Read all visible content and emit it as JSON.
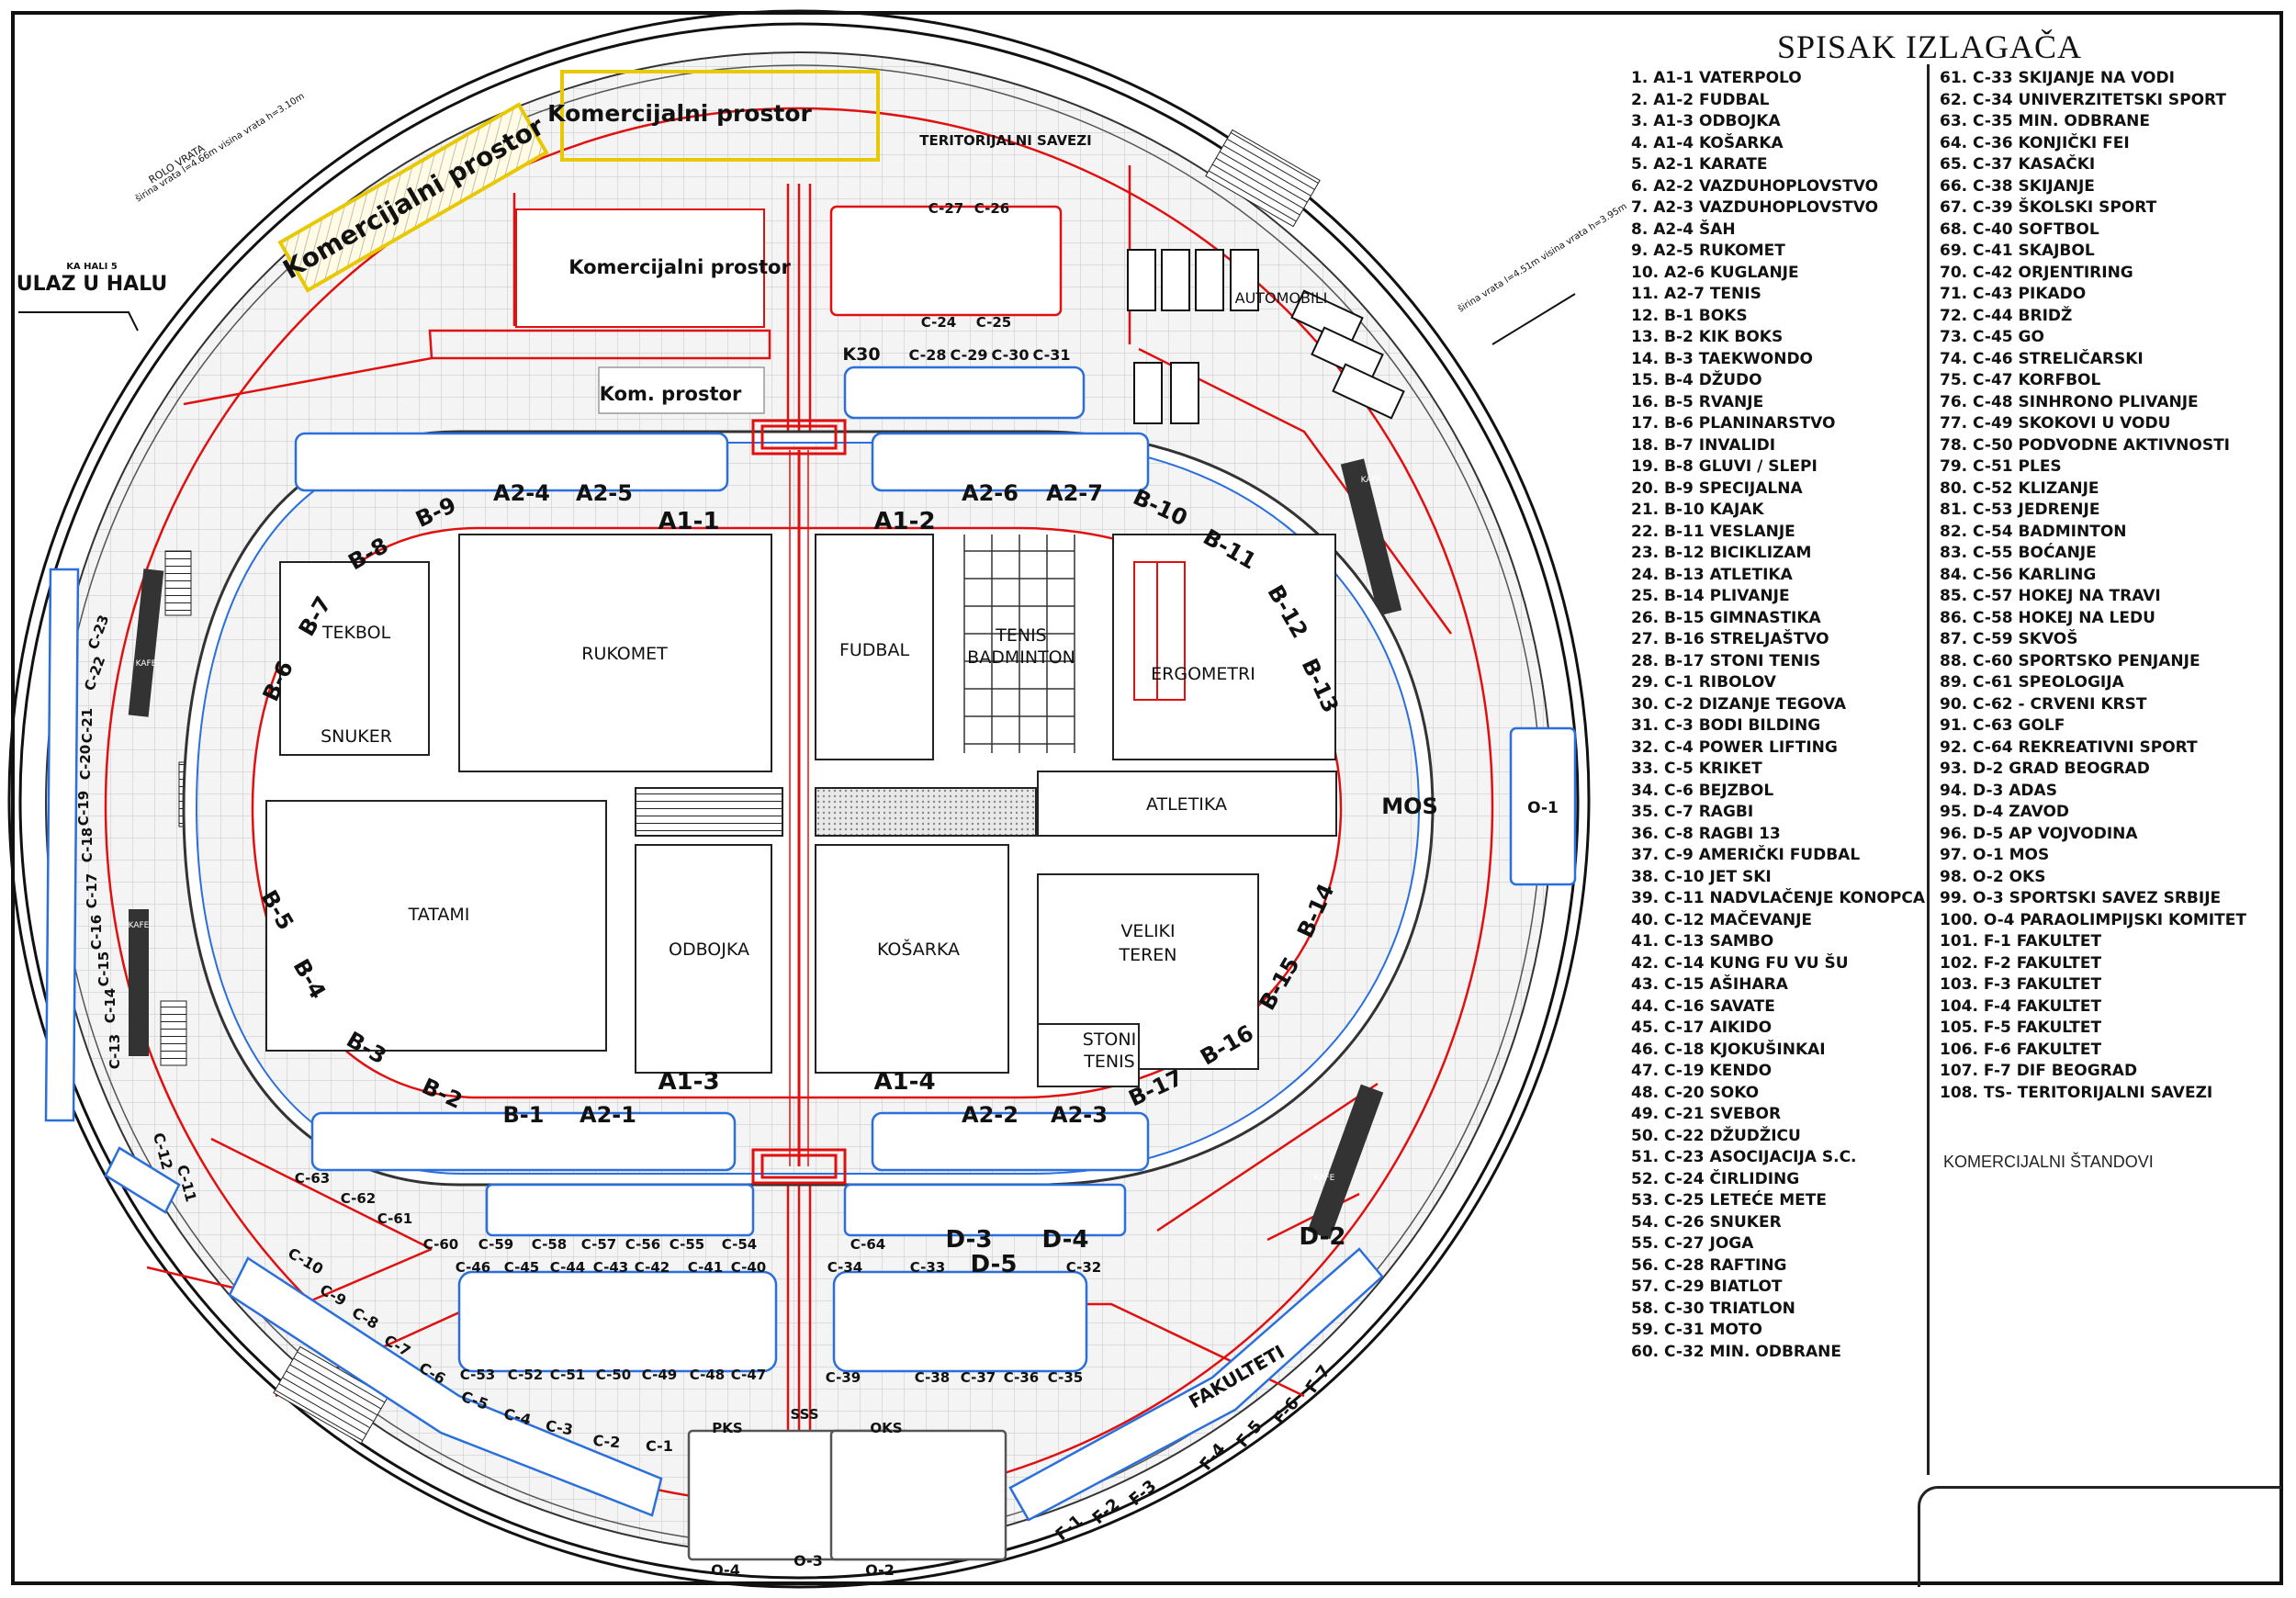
{
  "legend": {
    "title": "SPISAK IZLAGAČA",
    "commercial_note": "KOMERCIJALNI ŠTANDOVI",
    "column1": [
      "1. A1-1 VATERPOLO",
      "2. A1-2 FUDBAL",
      "3. A1-3 ODBOJKA",
      "4. A1-4 KOŠARKA",
      "5. A2-1 KARATE",
      "6. A2-2 VAZDUHOPLOVSTVO",
      "7. A2-3 VAZDUHOPLOVSTVO",
      "8. A2-4 ŠAH",
      "9. A2-5 RUKOMET",
      "10. A2-6 KUGLANJE",
      "11. A2-7 TENIS",
      "12. B-1 BOKS",
      "13. B-2 KIK BOKS",
      "14. B-3 TAEKWONDO",
      "15. B-4 DŽUDO",
      "16. B-5 RVANJE",
      "17. B-6 PLANINARSTVO",
      "18. B-7 INVALIDI",
      "19. B-8 GLUVI / SLEPI",
      "20. B-9 SPECIJALNA",
      "21. B-10 KAJAK",
      "22. B-11 VESLANJE",
      "23. B-12 BICIKLIZAM",
      "24. B-13 ATLETIKA",
      "25. B-14 PLIVANJE",
      "26. B-15 GIMNASTIKA",
      "27. B-16 STRELJAŠTVO",
      "28. B-17 STONI TENIS",
      "29. C-1 RIBOLOV",
      "30. C-2 DIZANJE TEGOVA",
      "31. C-3 BODI BILDING",
      "32. C-4 POWER LIFTING",
      "33. C-5 KRIKET",
      "34. C-6 BEJZBOL",
      "35. C-7 RAGBI",
      "36. C-8 RAGBI 13",
      "37. C-9 AMERIČKI FUDBAL",
      "38. C-10 JET SKI",
      "39. C-11 NADVLAČENJE KONOPCA",
      "40. C-12 MAČEVANJE",
      "41. C-13 SAMBO",
      "42. C-14 KUNG FU VU ŠU",
      "43. C-15 AŠIHARA",
      "44. C-16 SAVATE",
      "45. C-17 AIKIDO",
      "46. C-18 KJOKUŠINKAI",
      "47. C-19 KENDO",
      "48. C-20 SOKO",
      "49. C-21 SVEBOR",
      "50. C-22 DŽUDŽICU",
      "51. C-23 ASOCIJACIJA S.C.",
      "52. C-24 ČIRLIDING",
      "53. C-25 LETEĆE METE",
      "54. C-26 SNUKER",
      "55. C-27 JOGA",
      "56. C-28 RAFTING",
      "57. C-29 BIATLOT",
      "58. C-30 TRIATLON",
      "59. C-31 MOTO",
      "60. C-32 MIN. ODBRANE"
    ],
    "column2": [
      "61. C-33 SKIJANJE NA VODI",
      "62. C-34 UNIVERZITETSKI SPORT",
      "63. C-35 MIN. ODBRANE",
      "64. C-36 KONJIČKI FEI",
      "65. C-37 KASAČKI",
      "66. C-38 SKIJANJE",
      "67. C-39 ŠKOLSKI SPORT",
      "68. C-40 SOFTBOL",
      "69. C-41 SKAJBOL",
      "70. C-42 ORJENTIRING",
      "71. C-43 PIKADO",
      "72. C-44 BRIDŽ",
      "73. C-45 GO",
      "74. C-46 STRELIČARSKI",
      "75. C-47 KORFBOL",
      "76. C-48 SINHRONO PLIVANJE",
      "77. C-49 SKOKOVI U VODU",
      "78. C-50 PODVODNE AKTIVNOSTI",
      "79. C-51 PLES",
      "80. C-52 KLIZANJE",
      "81. C-53 JEDRENJE",
      "82. C-54 BADMINTON",
      "83. C-55 BOĆANJE",
      "84. C-56 KARLING",
      "85. C-57 HOKEJ NA TRAVI",
      "86. C-58 HOKEJ NA LEDU",
      "87. C-59 SKVOŠ",
      "88. C-60 SPORTSKO PENJANJE",
      "89. C-61 SPEOLOGIJA",
      "90. C-62 - CRVENI KRST",
      "91. C-63 GOLF",
      "92. C-64 REKREATIVNI SPORT",
      "93. D-2 GRAD BEOGRAD",
      "94. D-3 ADAS",
      "95. D-4 ZAVOD",
      "96. D-5 AP VOJVODINA",
      "97. O-1 MOS",
      "98. O-2 OKS",
      "99. O-3 SPORTSKI SAVEZ SRBIJE",
      "100. O-4 PARAOLIMPIJSKI KOMITET",
      "101. F-1 FAKULTET",
      "102. F-2 FAKULTET",
      "103. F-3 FAKULTET",
      "104. F-4 FAKULTET",
      "105. F-5 FAKULTET",
      "106. F-6 FAKULTET",
      "107. F-7 DIF BEOGRAD",
      "108. TS- TERITORIJALNI SAVEZI"
    ]
  },
  "hall": {
    "entrance": "ULAZ U HALU",
    "entrance_small": "KA HALI 5",
    "rolo_door": "ROLO VRATA",
    "door_left": "širina vrata l=4.66m visina vrata h=3.10m",
    "door_right": "širina vrata l=4.51m visina vrata h=3.95m",
    "commercial": "Komercijalni prostor",
    "kom": "Kom.",
    "kom_prostor": "Kom. prostor",
    "territorial": "TERITORIJALNI SAVEZI",
    "territorial_short": "TERITORIJALNI SAVEZI",
    "cars": "AUTOMOBILI",
    "cafe": "KAFE",
    "faculties": "FAKULTETI",
    "mos": "MOS"
  },
  "courts": {
    "tekbol": "TEKBOL",
    "snuker": "SNUKER",
    "rukomet": "RUKOMET",
    "fudbal": "FUDBAL",
    "tenis": "TENIS",
    "badminton": "BADMINTON",
    "ergometri": "ERGOMETRI",
    "atletika": "ATLETIKA",
    "tatami": "TATAMI",
    "odbojka": "ODBOJKA",
    "kosarka": "KOŠARKA",
    "veliki": "VELIKI",
    "teren": "TEREN",
    "stoni": "STONI",
    "tenis2": "TENIS"
  },
  "zones": {
    "a11": "A1-1",
    "a12": "A1-2",
    "a13": "A1-3",
    "a14": "A1-4",
    "a21": "A2-1",
    "a22": "A2-2",
    "a23": "A2-3",
    "a24": "A2-4",
    "a25": "A2-5",
    "a26": "A2-6",
    "a27": "A2-7",
    "b1": "B-1",
    "b2": "B-2",
    "b3": "B-3",
    "b4": "B-4",
    "b5": "B-5",
    "b6": "B-6",
    "b7": "B-7",
    "b8": "B-8",
    "b9": "B-9",
    "b10": "B-10",
    "b11": "B-11",
    "b12": "B-12",
    "b13": "B-13",
    "b14": "B-14",
    "b15": "B-15",
    "b16": "B-16",
    "b17": "B-17",
    "k30": "K30",
    "c28": "C-28",
    "c29": "C-29",
    "c30": "C-30",
    "c31": "C-31",
    "c27": "C-27",
    "c26": "C-26",
    "c24": "C-24",
    "c25": "C-25",
    "d2": "D-2",
    "d3": "D-3",
    "d4": "D-4",
    "d5": "D-5",
    "c64": "C-64",
    "c34": "C-34",
    "c33": "C-33",
    "c32": "C-32",
    "c39": "C-39",
    "c38": "C-38",
    "c37": "C-37",
    "c36": "C-36",
    "c35": "C-35",
    "c46": "C-46",
    "c45": "C-45",
    "c44": "C-44",
    "c43": "C-43",
    "c42": "C-42",
    "c41": "C-41",
    "c40": "C-40",
    "c53": "C-53",
    "c52": "C-52",
    "c51": "C-51",
    "c50": "C-50",
    "c49": "C-49",
    "c48": "C-48",
    "c47": "C-47",
    "c60": "C-60",
    "c59": "C-59",
    "c58": "C-58",
    "c57": "C-57",
    "c56": "C-56",
    "c55": "C-55",
    "c54": "C-54",
    "c63": "C-63",
    "c62": "C-62",
    "c61": "C-61",
    "c10": "C-10",
    "c9": "C-9",
    "c8": "C-8",
    "c7": "C-7",
    "c6": "C-6",
    "c5": "C-5",
    "c4": "C-4",
    "c3": "C-3",
    "c2": "C-2",
    "c1": "C-1",
    "c11": "C-11",
    "c12": "C-12",
    "c13": "C-13",
    "c14": "C-14",
    "c15": "C-15",
    "c16": "C-16",
    "c17": "C-17",
    "c18": "C-18",
    "c19": "C-19",
    "c20": "C-20",
    "c21": "C-21",
    "c22": "C-22",
    "c23": "C-23",
    "f1": "F-1",
    "f2": "F-2",
    "f3": "F-3",
    "f4": "F-4",
    "f5": "F-5",
    "f6": "F-6",
    "f7": "F-7",
    "o1": "O-1",
    "o2": "O-2",
    "o3": "O-3",
    "o4": "O-4",
    "pks": "PKS",
    "sss": "SSS",
    "oks": "OKS"
  }
}
